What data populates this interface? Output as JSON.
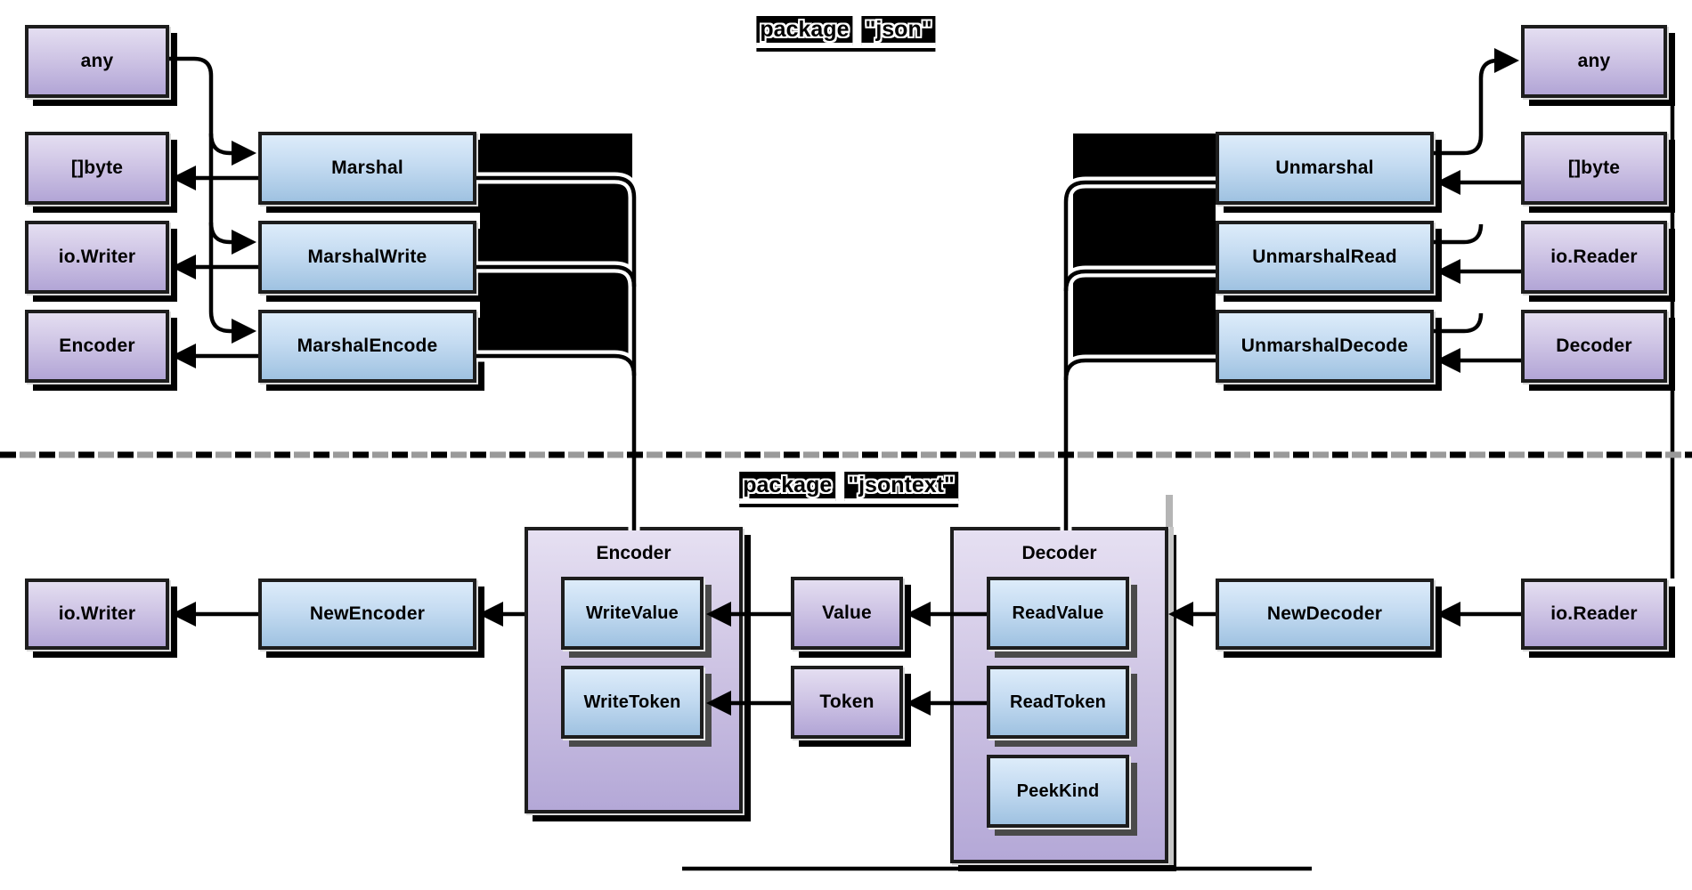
{
  "diagram": {
    "package_json": {
      "title_word1": "package",
      "title_word2": "\"json\"",
      "marshal_types": [
        "any",
        "[]byte",
        "io.Writer",
        "Encoder"
      ],
      "marshal_functions": [
        "Marshal",
        "MarshalWrite",
        "MarshalEncode"
      ],
      "unmarshal_functions": [
        "Unmarshal",
        "UnmarshalRead",
        "UnmarshalDecode"
      ],
      "unmarshal_types": [
        "any",
        "[]byte",
        "io.Reader",
        "Decoder"
      ]
    },
    "package_jsontext": {
      "title_word1": "package",
      "title_word2": "\"jsontext\"",
      "writer_type": "io.Writer",
      "encoder_constructor": "NewEncoder",
      "encoder": {
        "title": "Encoder",
        "methods": [
          "WriteValue",
          "WriteToken"
        ]
      },
      "value_types": [
        "Value",
        "Token"
      ],
      "decoder": {
        "title": "Decoder",
        "methods": [
          "ReadValue",
          "ReadToken",
          "PeekKind"
        ]
      },
      "decoder_constructor": "NewDecoder",
      "reader_type": "io.Reader"
    },
    "colors": {
      "type_box_top": "#e4def1",
      "type_box_bottom": "#b2a5d6",
      "func_box_top": "#ddecfa",
      "func_box_bottom": "#9fc2e1",
      "outline": "#1d1d1d",
      "redaction_block": "#000000",
      "separator_dash_alt": "#9a9a9a"
    }
  }
}
